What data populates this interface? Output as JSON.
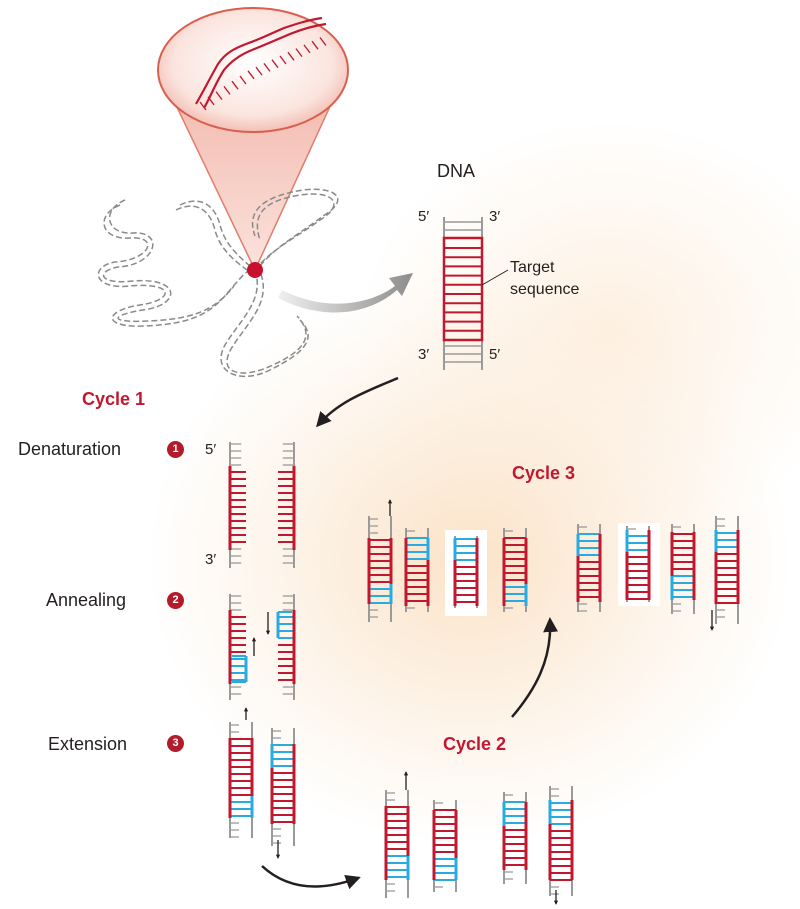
{
  "labels": {
    "dna": "DNA",
    "target_line1": "Target",
    "target_line2": "sequence",
    "prime5": "5′",
    "prime3": "3′",
    "cycle1": "Cycle 1",
    "cycle2": "Cycle 2",
    "cycle3": "Cycle 3"
  },
  "steps": [
    {
      "number": "1",
      "label": "Denaturation"
    },
    {
      "number": "2",
      "label": "Annealing"
    },
    {
      "number": "3",
      "label": "Extension"
    }
  ],
  "colors": {
    "template_strand": "#c0192f",
    "primer_strand": "#29abe2",
    "backbone": "#9a9a9a",
    "text": "#231f20",
    "badge": "#b31b2c"
  }
}
